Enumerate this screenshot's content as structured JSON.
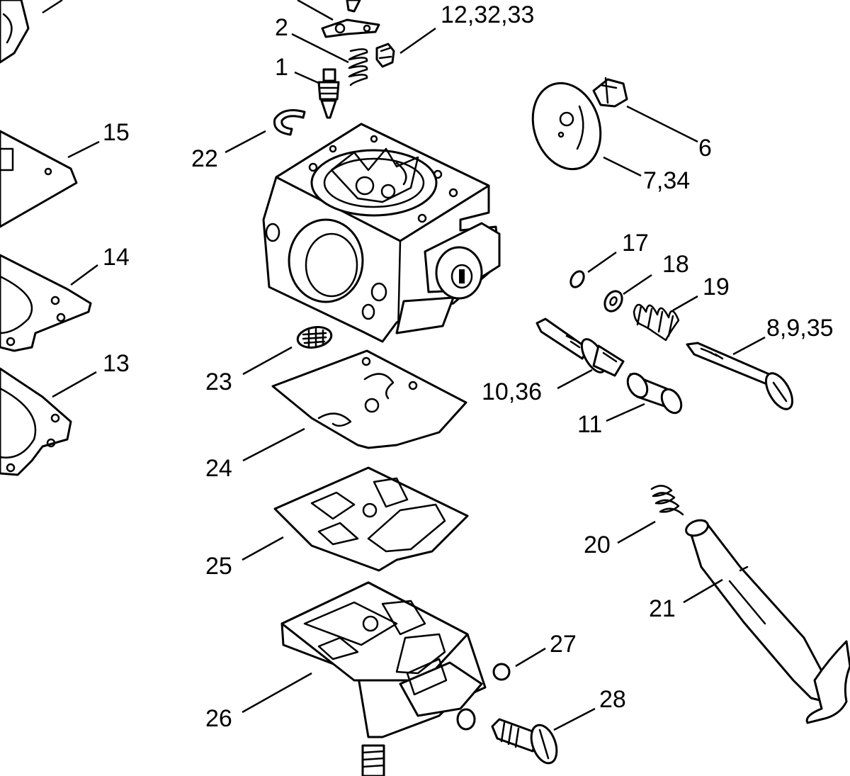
{
  "labels": {
    "p1": "1",
    "p2": "2",
    "p6": "6",
    "p7_34": "7,34",
    "p8_9_35": "8,9,35",
    "p10_36": "10,36",
    "p11": "11",
    "p12_32_33": "12,32,33",
    "p13": "13",
    "p14": "14",
    "p15": "15",
    "p17": "17",
    "p18": "18",
    "p19": "19",
    "p20": "20",
    "p21": "21",
    "p22": "22",
    "p23": "23",
    "p24": "24",
    "p25": "25",
    "p26": "26",
    "p27": "27",
    "p28": "28"
  }
}
